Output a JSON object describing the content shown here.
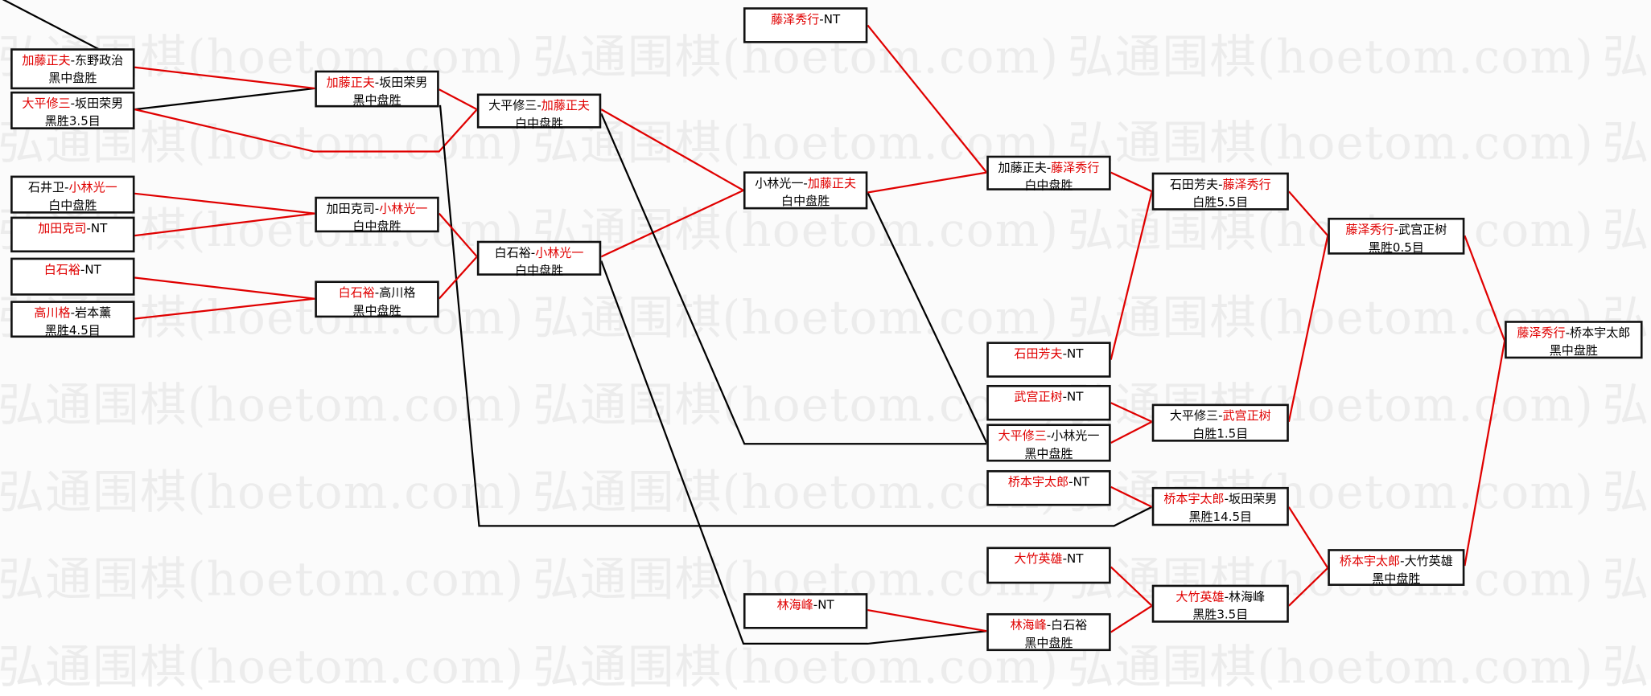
{
  "watermark": "弘通围棋(hoetom.com)",
  "colors": {
    "winner": "#e00000",
    "winner_line": "#e00000",
    "loser_line": "#000000"
  },
  "matches": [
    {
      "id": "A1",
      "p1": "加藤正夫",
      "p1_win": true,
      "sep": "-",
      "p2": "东野政治",
      "p2_win": false,
      "result": "黑中盘胜"
    },
    {
      "id": "A2",
      "p1": "大平修三",
      "p1_win": true,
      "sep": "-",
      "p2": "坂田荣男",
      "p2_win": false,
      "result": "黑胜3.5目"
    },
    {
      "id": "A3",
      "p1": "石井卫",
      "p1_win": false,
      "sep": "-",
      "p2": "小林光一",
      "p2_win": true,
      "result": "白中盘胜"
    },
    {
      "id": "A4",
      "p1": "加田克司",
      "p1_win": true,
      "sep": "-",
      "p2": "NT",
      "p2_win": false,
      "result": ""
    },
    {
      "id": "A5",
      "p1": "白石裕",
      "p1_win": true,
      "sep": "-",
      "p2": "NT",
      "p2_win": false,
      "result": ""
    },
    {
      "id": "A6",
      "p1": "高川格",
      "p1_win": true,
      "sep": "-",
      "p2": "岩本薰",
      "p2_win": false,
      "result": "黑胜4.5目"
    },
    {
      "id": "B1",
      "p1": "加藤正夫",
      "p1_win": true,
      "sep": "-",
      "p2": "坂田荣男",
      "p2_win": false,
      "result": "黑中盘胜"
    },
    {
      "id": "B2",
      "p1": "加田克司",
      "p1_win": false,
      "sep": "-",
      "p2": "小林光一",
      "p2_win": true,
      "result": "白中盘胜"
    },
    {
      "id": "B3",
      "p1": "白石裕",
      "p1_win": true,
      "sep": "-",
      "p2": "高川格",
      "p2_win": false,
      "result": "黑中盘胜"
    },
    {
      "id": "C1",
      "p1": "大平修三",
      "p1_win": false,
      "sep": "-",
      "p2": "加藤正夫",
      "p2_win": true,
      "result": "白中盘胜"
    },
    {
      "id": "C2",
      "p1": "白石裕",
      "p1_win": false,
      "sep": "-",
      "p2": "小林光一",
      "p2_win": true,
      "result": "白中盘胜"
    },
    {
      "id": "D0",
      "p1": "藤泽秀行",
      "p1_win": true,
      "sep": "-",
      "p2": "NT",
      "p2_win": false,
      "result": ""
    },
    {
      "id": "D1",
      "p1": "小林光一",
      "p1_win": false,
      "sep": "-",
      "p2": "加藤正夫",
      "p2_win": true,
      "result": "白中盘胜"
    },
    {
      "id": "D2",
      "p1": "林海峰",
      "p1_win": true,
      "sep": "-",
      "p2": "NT",
      "p2_win": false,
      "result": ""
    },
    {
      "id": "E1",
      "p1": "加藤正夫",
      "p1_win": false,
      "sep": "-",
      "p2": "藤泽秀行",
      "p2_win": true,
      "result": "白中盘胜"
    },
    {
      "id": "E2",
      "p1": "石田芳夫",
      "p1_win": true,
      "sep": "-",
      "p2": "NT",
      "p2_win": false,
      "result": ""
    },
    {
      "id": "E3",
      "p1": "武宫正树",
      "p1_win": true,
      "sep": "-",
      "p2": "NT",
      "p2_win": false,
      "result": ""
    },
    {
      "id": "E4",
      "p1": "大平修三",
      "p1_win": true,
      "sep": "-",
      "p2": "小林光一",
      "p2_win": false,
      "result": "黑中盘胜"
    },
    {
      "id": "E5",
      "p1": "桥本宇太郎",
      "p1_win": true,
      "sep": "-",
      "p2": "NT",
      "p2_win": false,
      "result": ""
    },
    {
      "id": "E6",
      "p1": "大竹英雄",
      "p1_win": true,
      "sep": "-",
      "p2": "NT",
      "p2_win": false,
      "result": ""
    },
    {
      "id": "E7",
      "p1": "林海峰",
      "p1_win": true,
      "sep": "-",
      "p2": "白石裕",
      "p2_win": false,
      "result": "黑中盘胜"
    },
    {
      "id": "F1",
      "p1": "石田芳夫",
      "p1_win": false,
      "sep": "-",
      "p2": "藤泽秀行",
      "p2_win": true,
      "result": "白胜5.5目"
    },
    {
      "id": "F2",
      "p1": "大平修三",
      "p1_win": false,
      "sep": "-",
      "p2": "武宫正树",
      "p2_win": true,
      "result": "白胜1.5目"
    },
    {
      "id": "F3",
      "p1": "桥本宇太郎",
      "p1_win": true,
      "sep": "-",
      "p2": "坂田荣男",
      "p2_win": false,
      "result": "黑胜14.5目"
    },
    {
      "id": "F4",
      "p1": "大竹英雄",
      "p1_win": true,
      "sep": "-",
      "p2": "林海峰",
      "p2_win": false,
      "result": "黑胜3.5目"
    },
    {
      "id": "G1",
      "p1": "藤泽秀行",
      "p1_win": true,
      "sep": "-",
      "p2": "武宫正树",
      "p2_win": false,
      "result": "黑胜0.5目"
    },
    {
      "id": "G2",
      "p1": "桥本宇太郎",
      "p1_win": true,
      "sep": "-",
      "p2": "大竹英雄",
      "p2_win": false,
      "result": "黑中盘胜"
    },
    {
      "id": "H",
      "p1": "藤泽秀行",
      "p1_win": true,
      "sep": "-",
      "p2": "桥本宇太郎",
      "p2_win": false,
      "result": "黑中盘胜"
    }
  ]
}
